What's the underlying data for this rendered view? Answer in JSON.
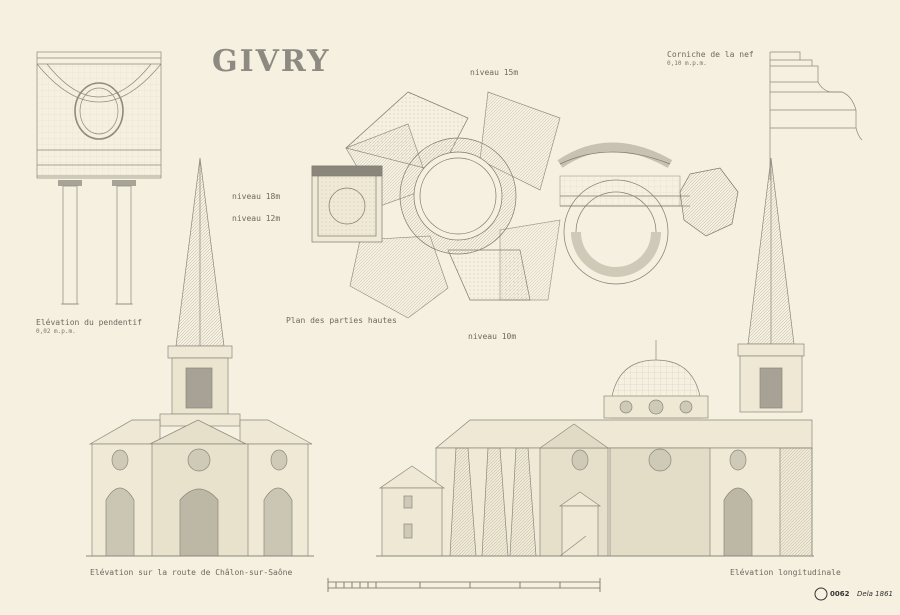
{
  "sheet": {
    "title": "GIVRY",
    "labels": {
      "niveau_15": "niveau 15m",
      "niveau_18": "niveau 18m",
      "niveau_12": "niveau 12m",
      "niveau_10": "niveau 10m",
      "corniche": "Corniche de la nef",
      "corniche_scale": "0,10 m.p.m.",
      "pendentif": "Elévation du pendentif",
      "pendentif_scale": "0,02 m.p.m.",
      "plan": "Plan des parties hautes",
      "elev_route": "Elévation sur la route de Châlon-sur-Saône",
      "elev_long": "Elévation longitudinale"
    },
    "stamps": {
      "number": "0062",
      "signature": "Dela 1861"
    }
  }
}
